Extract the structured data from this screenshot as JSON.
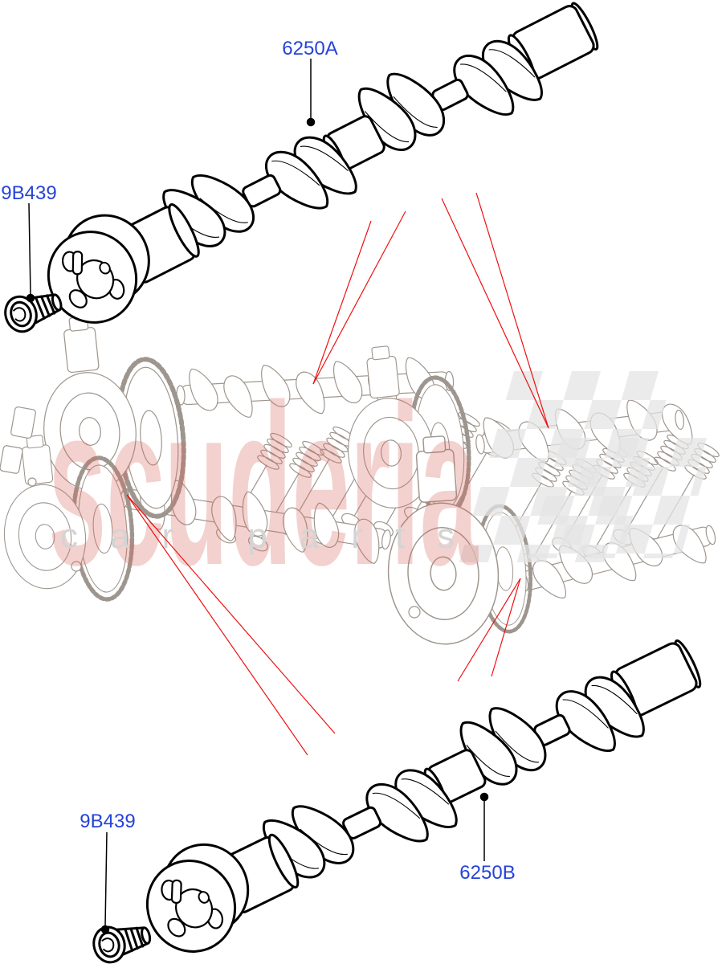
{
  "diagram": {
    "callouts": [
      {
        "part_no": "6250A"
      },
      {
        "part_no": "9B439"
      },
      {
        "part_no": "9B439"
      },
      {
        "part_no": "6250B"
      }
    ],
    "watermark": {
      "brand": "scuderia",
      "tagline": "car parts"
    },
    "colors": {
      "part_label": "#2643d9",
      "leader_line": "#000000",
      "cross_reference_line": "#ee1010",
      "artwork_outline": "#000000",
      "assembly_linework": "#9e968e",
      "watermark_brand": "rgba(214,104,92,0.30)",
      "watermark_tagline": "#d4d4d4",
      "watermark_checker": "#e4e4e4",
      "background": "#ffffff"
    }
  }
}
